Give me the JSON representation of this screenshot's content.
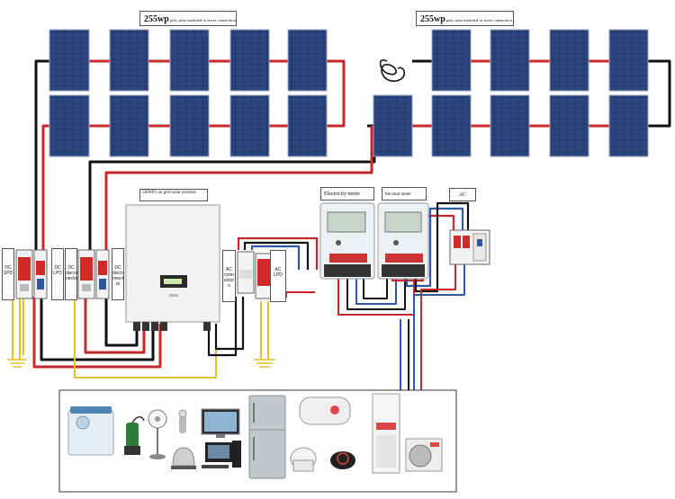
{
  "labels": {
    "array_left_title": "255wp",
    "array_left_sub": "poly solar moduled in series connection",
    "array_right_title": "255wp",
    "array_right_sub": "poly solar moduled in series connection",
    "inverter_label": "5KWP3 on grid solar inverter",
    "electricity_meter": "Electricity meter",
    "total_meter": "the total meter",
    "ac_label": "AC",
    "dc_spd": "DC SPD",
    "dc_lpd": "DC LPD",
    "dc_disconnector_1": "DC discon nector",
    "dc_disconnector_2": "DC disco nnect or",
    "ac_connector": "AC conn ector s",
    "ac_lpd": "AC LPD"
  },
  "colors": {
    "panel_fill": "#23396b",
    "panel_cell_line": "#6f84b0",
    "wire_red": "#c8282b",
    "wire_black": "#111111",
    "wire_blue": "#2f58a3",
    "wire_yellow": "#e3c22a",
    "breaker_red": "#d22828"
  },
  "appliances": [
    "washing-machine-icon",
    "water-pump-icon",
    "electric-fan-icon",
    "hair-dryer-icon",
    "electric-kettle-icon",
    "television-icon",
    "desktop-computer-icon",
    "refrigerator-icon",
    "water-heater-icon",
    "rice-cooker-icon",
    "induction-cooker-icon",
    "air-conditioner-indoor-icon",
    "air-conditioner-outdoor-icon"
  ]
}
